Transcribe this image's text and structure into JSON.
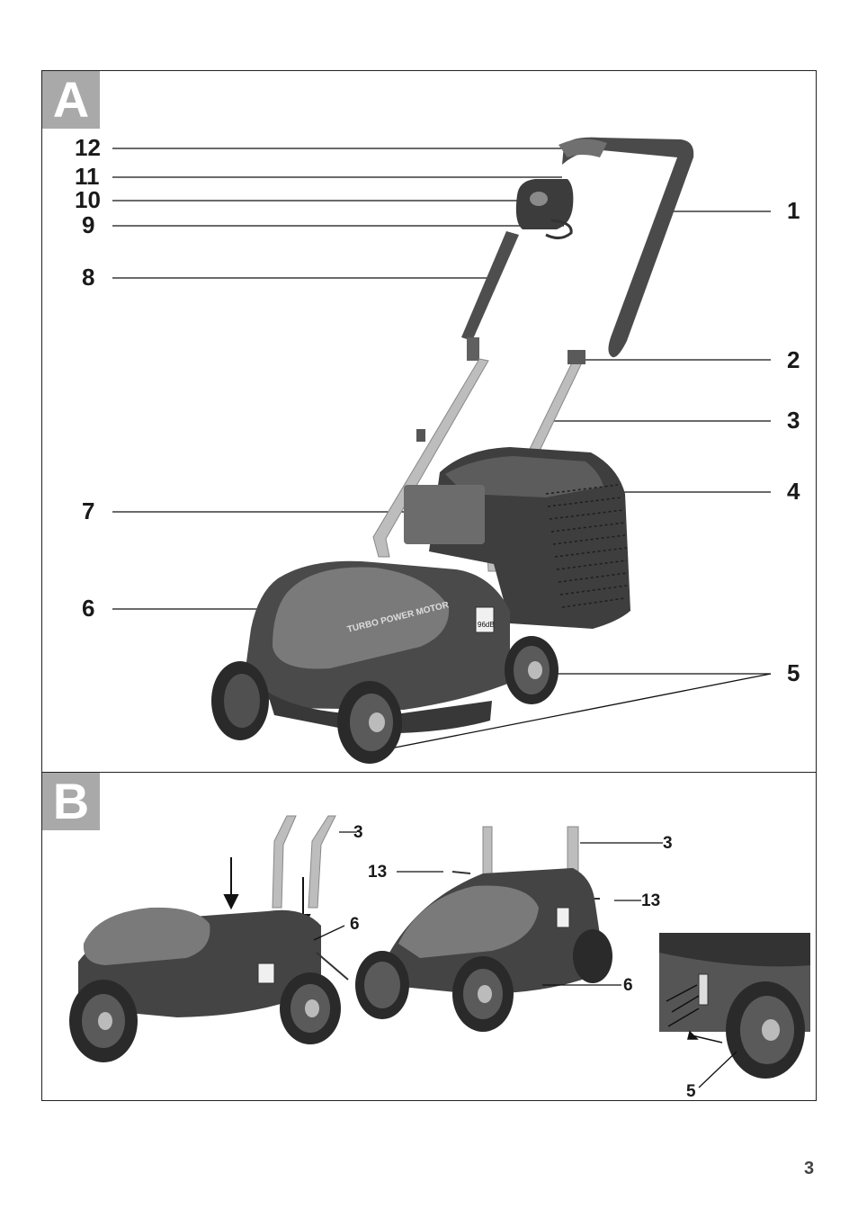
{
  "figure_a": {
    "label": "A",
    "callouts": {
      "c12": "12",
      "c11": "11",
      "c10": "10",
      "c9": "9",
      "c8": "8",
      "c7": "7",
      "c6": "6",
      "c1": "1",
      "c2": "2",
      "c3": "3",
      "c4": "4",
      "c5": "5"
    },
    "brand_logo_text": "TURBO POWER MOTOR",
    "noise_label": "96dB"
  },
  "figure_b": {
    "label": "B",
    "callouts": {
      "left_3": "3",
      "left_6": "6",
      "mid_3": "3",
      "mid_13_left": "13",
      "mid_13_right": "13",
      "mid_6": "6",
      "right_5": "5"
    }
  },
  "page_number": "3"
}
